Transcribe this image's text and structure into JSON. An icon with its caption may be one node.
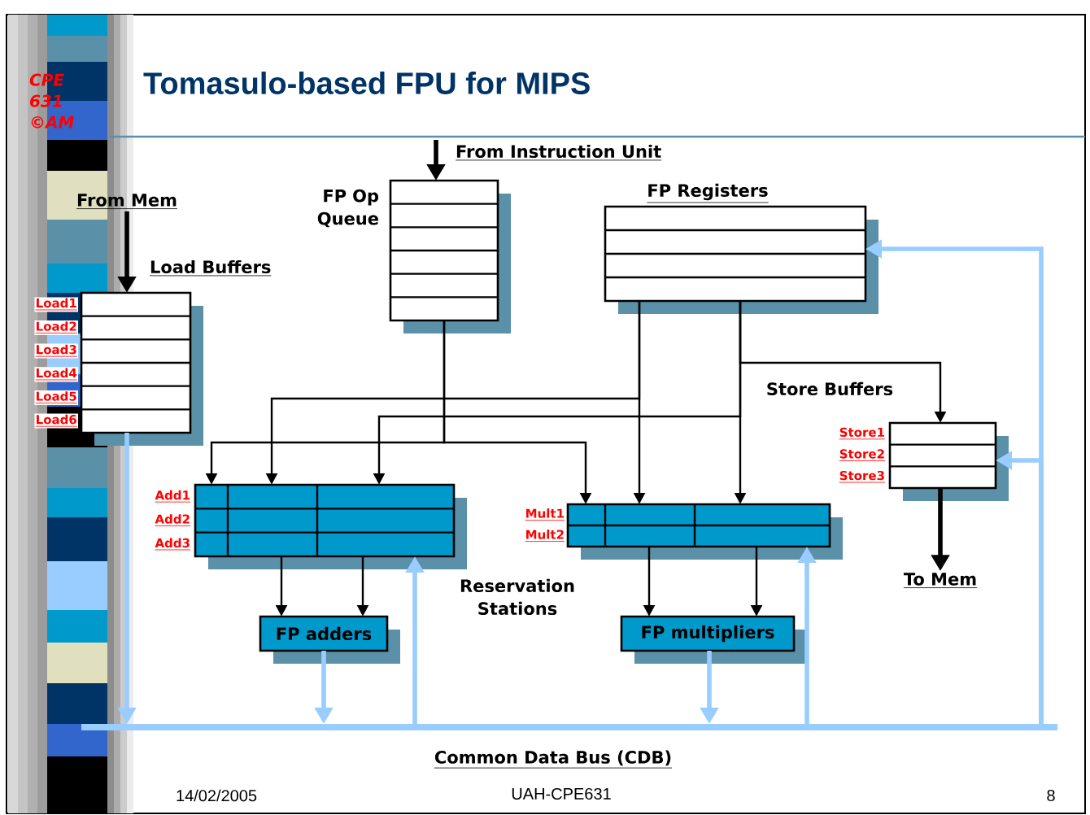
{
  "diagram": {
    "title": "Tomasulo-based FPU for MIPS",
    "nodes": [
      {
        "text": [
          "FP Op Queue"
        ]
      },
      {
        "text": [
          "Load Buffers",
          "Load1",
          "Load2",
          "Load3",
          "Load4",
          "Load5",
          "Load6"
        ]
      },
      {
        "text": [
          "FP Registers"
        ]
      },
      {
        "text": [
          "Store Buffers"
        ],
        "beside": [
          "Store1",
          "Store2",
          "Store3"
        ]
      },
      {
        "text": [],
        "shape": "box",
        "beside": [
          "Add1",
          "Add2",
          "Add3"
        ]
      },
      {
        "text": [],
        "shape": "box",
        "beside": [
          "Mult1",
          "Mult2"
        ]
      },
      {
        "text": [
          "FP adders"
        ]
      },
      {
        "text": [
          "FP multipliers"
        ]
      },
      {
        "text": [
          "Common Data Bus (CDB)"
        ]
      },
      {
        "text": [
          "From Mem"
        ]
      },
      {
        "text": [
          "To Mem"
        ]
      }
    ],
    "edges": [
      {
        "from": null,
        "to": 0,
        "arrow": "to",
        "style": "thick"
      },
      {
        "from": 9,
        "to": 1,
        "arrow": "to",
        "style": "thick"
      },
      {
        "from": 0,
        "to": 4,
        "arrow": "to"
      },
      {
        "from": 0,
        "to": 5,
        "arrow": "to"
      },
      {
        "from": 2,
        "to": 4,
        "arrow": "to"
      },
      {
        "from": 2,
        "to": 4,
        "arrow": "to"
      },
      {
        "from": 2,
        "to": 5,
        "arrow": "to"
      },
      {
        "from": 2,
        "to": 5,
        "arrow": "to"
      },
      {
        "from": 2,
        "to": 3,
        "arrow": "to"
      },
      {
        "from": 4,
        "to": 6,
        "arrow": "to"
      },
      {
        "from": 4,
        "to": 6,
        "arrow": "to"
      },
      {
        "from": 5,
        "to": 7,
        "arrow": "to"
      },
      {
        "from": 5,
        "to": 7,
        "arrow": "to"
      },
      {
        "from": 3,
        "to": 10,
        "arrow": "to",
        "style": "thick"
      },
      {
        "from": 1,
        "to": 8,
        "arrow": "to",
        "style": "thick",
        "color": "#99ccff"
      },
      {
        "from": 6,
        "to": 8,
        "arrow": "to",
        "style": "thick",
        "color": "#99ccff"
      },
      {
        "from": 7,
        "to": 8,
        "arrow": "to",
        "style": "thick",
        "color": "#99ccff"
      },
      {
        "from": 8,
        "to": 4,
        "arrow": "to",
        "style": "thick",
        "color": "#99ccff"
      },
      {
        "from": 8,
        "to": 5,
        "arrow": "to",
        "style": "thick",
        "color": "#99ccff"
      },
      {
        "from": 8,
        "to": 2,
        "arrow": "to",
        "style": "thick",
        "color": "#99ccff"
      },
      {
        "from": 8,
        "to": 3,
        "arrow": "to",
        "style": "thick",
        "color": "#99ccff"
      }
    ],
    "labels": [
      "CPE 631 ©AM",
      "From Instruction Unit",
      "Reservation Stations",
      "14/02/2005",
      "UAH-CPE631",
      "8"
    ]
  }
}
